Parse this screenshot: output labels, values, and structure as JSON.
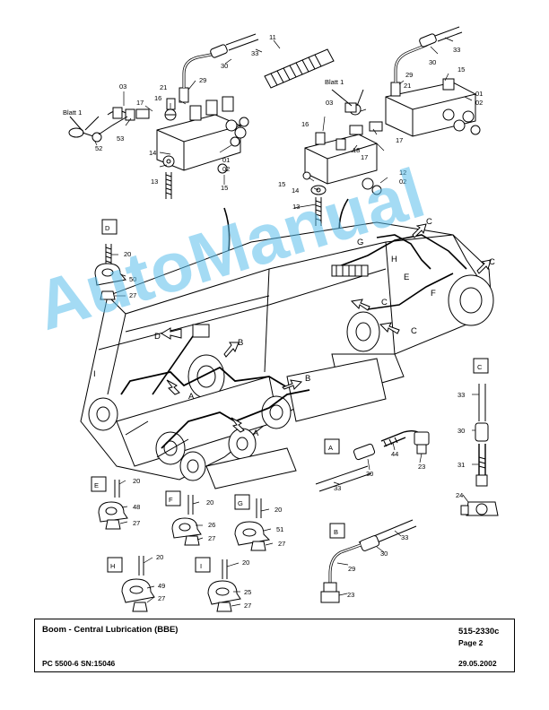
{
  "footer": {
    "title": "Boom - Central Lubrication (BBE)",
    "doc_number": "515-2330c",
    "page": "Page 2",
    "model": "PC 5500-6 SN:15046",
    "date": "29.05.2002"
  },
  "watermark": "AutoManual",
  "labels": {
    "blatt_left": "Blatt 1",
    "blatt_right": "Blatt 1",
    "n03a": "03",
    "n17a": "17",
    "n53": "53",
    "n52": "52",
    "n16a": "16",
    "n21a": "21",
    "n29a": "29",
    "n30a": "30",
    "n33a": "33",
    "n14a": "14",
    "n13a": "13",
    "n15a": "15",
    "n01a": "01",
    "n02a": "02",
    "n11": "11",
    "n33b": "33",
    "n30b": "30",
    "n29b": "29",
    "n21b": "21",
    "n15b": "15",
    "n01b": "01",
    "n02b": "02",
    "n03b": "03",
    "n16b": "16",
    "n17b": "17",
    "n18": "18",
    "n17c": "17",
    "n15c": "15",
    "n14b": "14",
    "n12": "12",
    "n02c": "02",
    "n13b": "13",
    "boxD": "D",
    "d20": "20",
    "d50": "50",
    "d27": "27",
    "boxE": "E",
    "e20": "20",
    "e48": "48",
    "e27": "27",
    "boxF": "F",
    "f20": "20",
    "f26": "26",
    "f27": "27",
    "boxG": "G",
    "g20": "20",
    "g51": "51",
    "g27": "27",
    "boxH": "H",
    "h20": "20",
    "h49": "49",
    "h27": "27",
    "boxI": "I",
    "i20": "20",
    "i25": "25",
    "i27": "27",
    "boxA": "A",
    "a44": "44",
    "a30": "30",
    "a23": "23",
    "a33": "33",
    "boxB": "B",
    "b33": "33",
    "b30": "30",
    "b29": "29",
    "b23": "23",
    "boxC": "C",
    "c33": "33",
    "c30": "30",
    "c31": "31",
    "c24": "24",
    "mC1": "C",
    "mC2": "C",
    "mC3": "C",
    "mC4": "C",
    "mG": "G",
    "mH": "H",
    "mE": "E",
    "mF": "F",
    "mD": "D",
    "mB1": "B",
    "mB2": "B",
    "mI": "I",
    "mA1": "A",
    "mA2": "A"
  }
}
